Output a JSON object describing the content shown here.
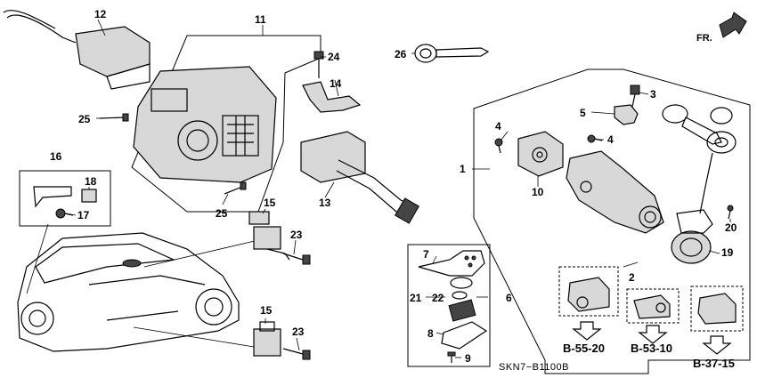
{
  "diagram": {
    "code": "SKN7−B1100B",
    "direction_label": "FR.",
    "callouts": [
      {
        "id": "c1",
        "label": "1"
      },
      {
        "id": "c2",
        "label": "2"
      },
      {
        "id": "c3",
        "label": "3"
      },
      {
        "id": "c4a",
        "label": "4"
      },
      {
        "id": "c4b",
        "label": "4"
      },
      {
        "id": "c5",
        "label": "5"
      },
      {
        "id": "c6",
        "label": "6"
      },
      {
        "id": "c7",
        "label": "7"
      },
      {
        "id": "c8",
        "label": "8"
      },
      {
        "id": "c9",
        "label": "9"
      },
      {
        "id": "c10",
        "label": "10"
      },
      {
        "id": "c11",
        "label": "11"
      },
      {
        "id": "c12",
        "label": "12"
      },
      {
        "id": "c13",
        "label": "13"
      },
      {
        "id": "c14",
        "label": "14"
      },
      {
        "id": "c15a",
        "label": "15"
      },
      {
        "id": "c15b",
        "label": "15"
      },
      {
        "id": "c16",
        "label": "16"
      },
      {
        "id": "c17",
        "label": "17"
      },
      {
        "id": "c18",
        "label": "18"
      },
      {
        "id": "c19",
        "label": "19"
      },
      {
        "id": "c20",
        "label": "20"
      },
      {
        "id": "c21",
        "label": "21"
      },
      {
        "id": "c22",
        "label": "22"
      },
      {
        "id": "c23a",
        "label": "23"
      },
      {
        "id": "c23b",
        "label": "23"
      },
      {
        "id": "c24",
        "label": "24"
      },
      {
        "id": "c25a",
        "label": "25"
      },
      {
        "id": "c25b",
        "label": "25"
      },
      {
        "id": "c26",
        "label": "26"
      }
    ],
    "refs": [
      {
        "id": "r1",
        "label": "B-55-20"
      },
      {
        "id": "r2",
        "label": "B-53-10"
      },
      {
        "id": "r3",
        "label": "B-37-15"
      }
    ]
  }
}
